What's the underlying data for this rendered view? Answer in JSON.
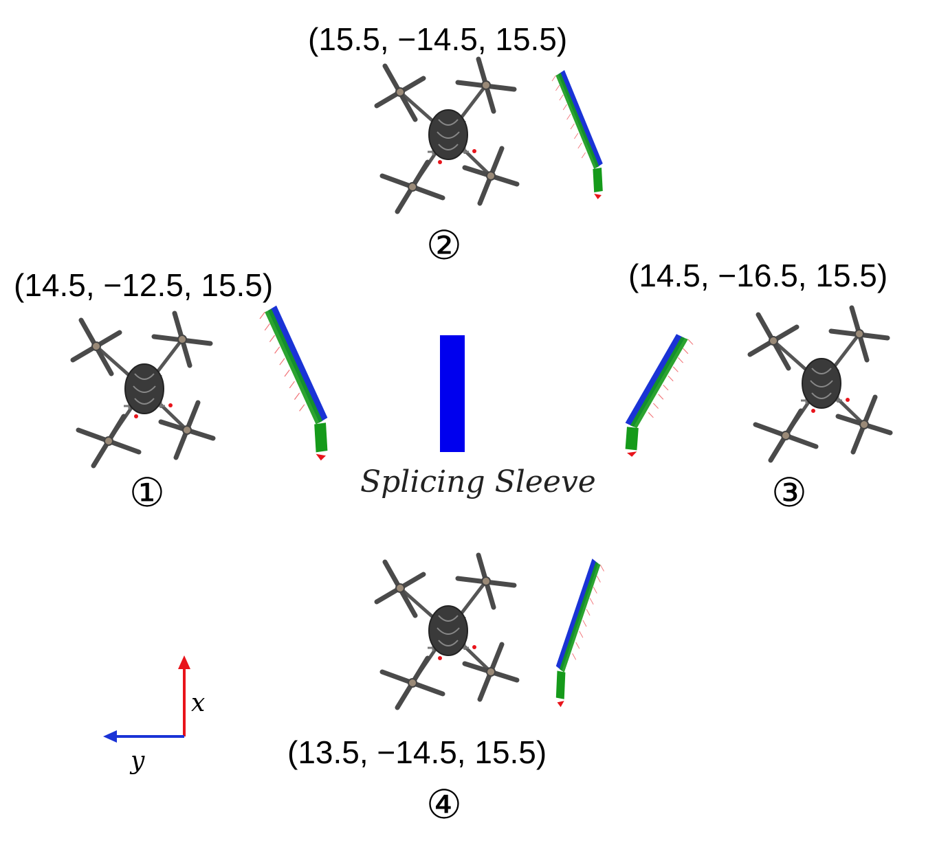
{
  "positions": {
    "p1": {
      "coord": "(14.5, −12.5, 15.5)",
      "marker": "①"
    },
    "p2": {
      "coord": "(15.5, −14.5, 15.5)",
      "marker": "②"
    },
    "p3": {
      "coord": "(14.5, −16.5, 15.5)",
      "marker": "③"
    },
    "p4": {
      "coord": "(13.5, −14.5, 15.5)",
      "marker": "④"
    }
  },
  "target": {
    "label": "Splicing Sleeve"
  },
  "axes": {
    "x_label": "x",
    "y_label": "y"
  },
  "colors": {
    "sleeve": "#0000ee",
    "x_axis": "#e8141b",
    "y_axis": "#1a33d6",
    "arm_red": "#e8141b",
    "arm_green": "#159a1a",
    "arm_blue": "#1a33d6",
    "drone_body": "#3a3a3a",
    "drone_frame": "#555555"
  },
  "icons": [
    "drone-icon",
    "manipulator-arm-icon",
    "axis-arrow-icon"
  ]
}
